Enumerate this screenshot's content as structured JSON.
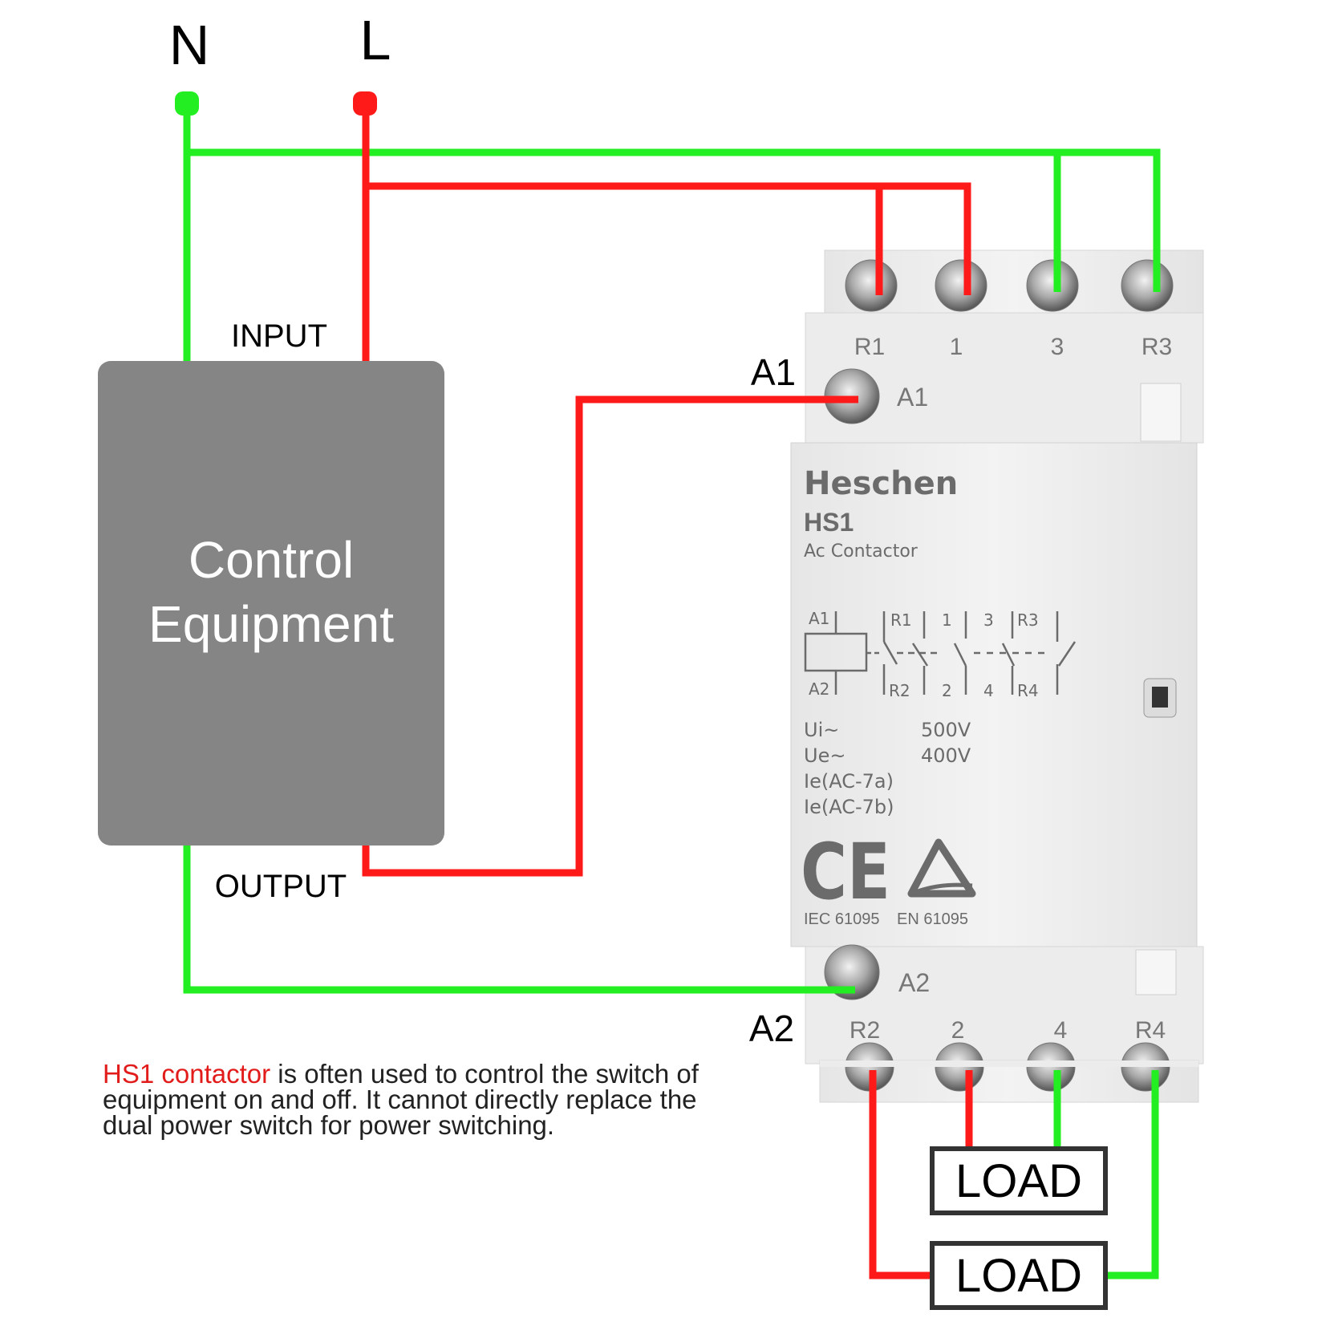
{
  "supply": {
    "neutral_label": "N",
    "line_label": "L"
  },
  "equipment": {
    "title_line1": "Control",
    "title_line2": "Equipment",
    "input_label": "INPUT",
    "output_label": "OUTPUT"
  },
  "coil_labels": {
    "a1_outside": "A1",
    "a2_outside": "A2"
  },
  "contactor": {
    "brand": "Heschen",
    "model": "HS1",
    "type": "Ac Contactor",
    "top_terminals": [
      "R1",
      "1",
      "3",
      "R3"
    ],
    "bottom_terminals": [
      "R2",
      "2",
      "4",
      "R4"
    ],
    "coil_top": "A1",
    "coil_bottom": "A2",
    "schematic": {
      "coil_top": "A1",
      "coil_bottom": "A2",
      "top": [
        "R1",
        "1",
        "3",
        "R3"
      ],
      "bottom": [
        "R2",
        "2",
        "4",
        "R4"
      ]
    },
    "specs": [
      {
        "label": "Ui~",
        "value": "500V"
      },
      {
        "label": "Ue~",
        "value": "400V"
      },
      {
        "label": "Ie(AC-7a)",
        "value": ""
      },
      {
        "label": "Ie(AC-7b)",
        "value": ""
      }
    ],
    "cert_mark": "CE",
    "standards": [
      "IEC 61095",
      "EN 61095"
    ]
  },
  "loads": [
    "LOAD",
    "LOAD"
  ],
  "note": {
    "highlight": "HS1 contactor",
    "line1_rest": " is often used to control the switch of",
    "line2": "equipment on and off. It cannot directly replace the",
    "line3": "dual power switch for power switching."
  },
  "colors": {
    "neutral_wire": "#22ee22",
    "line_wire": "#ff1a1a",
    "equipment_fill": "#858585",
    "device_body": "#eeeeee",
    "note_highlight": "#e21b1b"
  }
}
